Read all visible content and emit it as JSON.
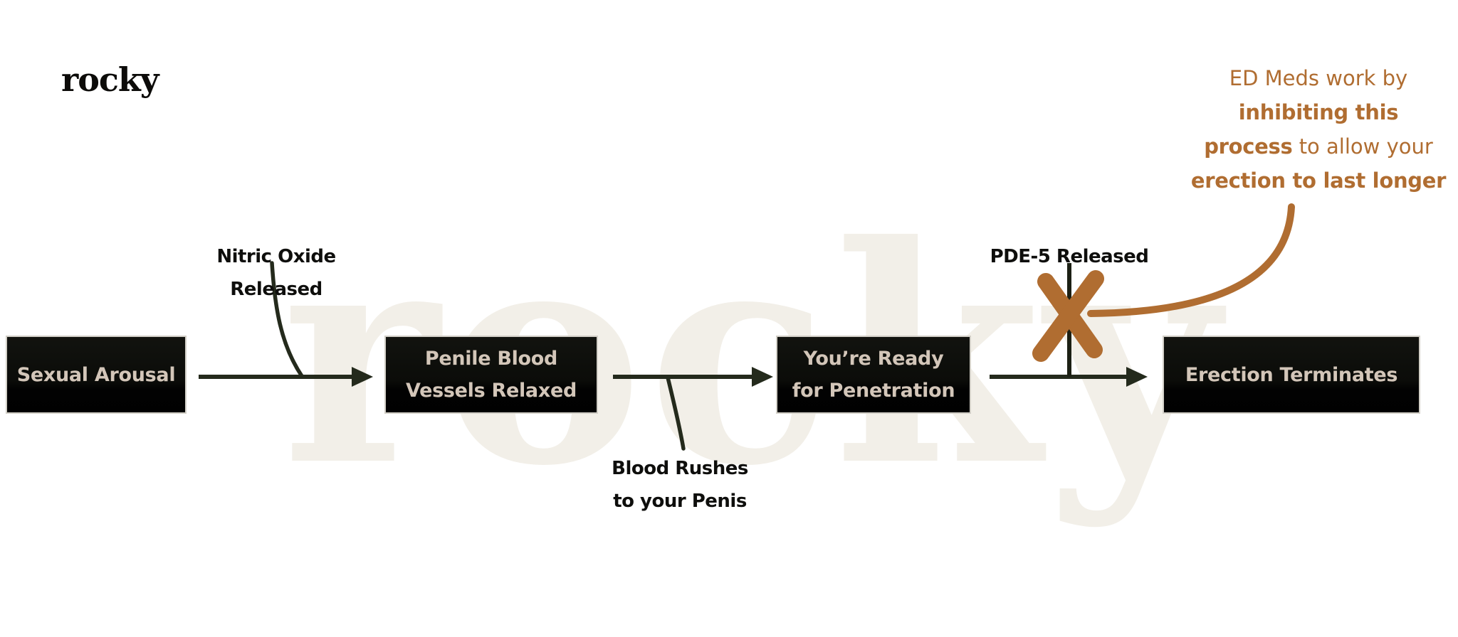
{
  "brand": {
    "logo": "rocky",
    "watermark": "rocky"
  },
  "annotation": {
    "line1": "ED Meds work by",
    "line2_bold": "inhibiting this",
    "line3_bold": "process",
    "line3_rest": "to allow your",
    "line4_bold": "erection to last longer"
  },
  "flow": {
    "nodes": [
      {
        "id": "sexual-arousal",
        "label": "Sexual Arousal"
      },
      {
        "id": "penile-blood-vessels-relaxed",
        "label": "Penile Blood\nVessels Relaxed"
      },
      {
        "id": "ready-for-penetration",
        "label": "You’re Ready\nfor Penetration"
      },
      {
        "id": "erection-terminates",
        "label": "Erection Terminates"
      }
    ],
    "labels": {
      "nitric": "Nitric Oxide Released",
      "blood": "Blood Rushes\nto your Penis",
      "pde5": "PDE-5 Released"
    }
  },
  "colors": {
    "accent_orange": "#b06d31",
    "connector_dark": "#242a1c",
    "box_background": "#0c0c09",
    "box_text": "#d3c6b9",
    "label_text": "#0e0e0c",
    "watermark": "#f2efe8",
    "background": "#ffffff"
  }
}
